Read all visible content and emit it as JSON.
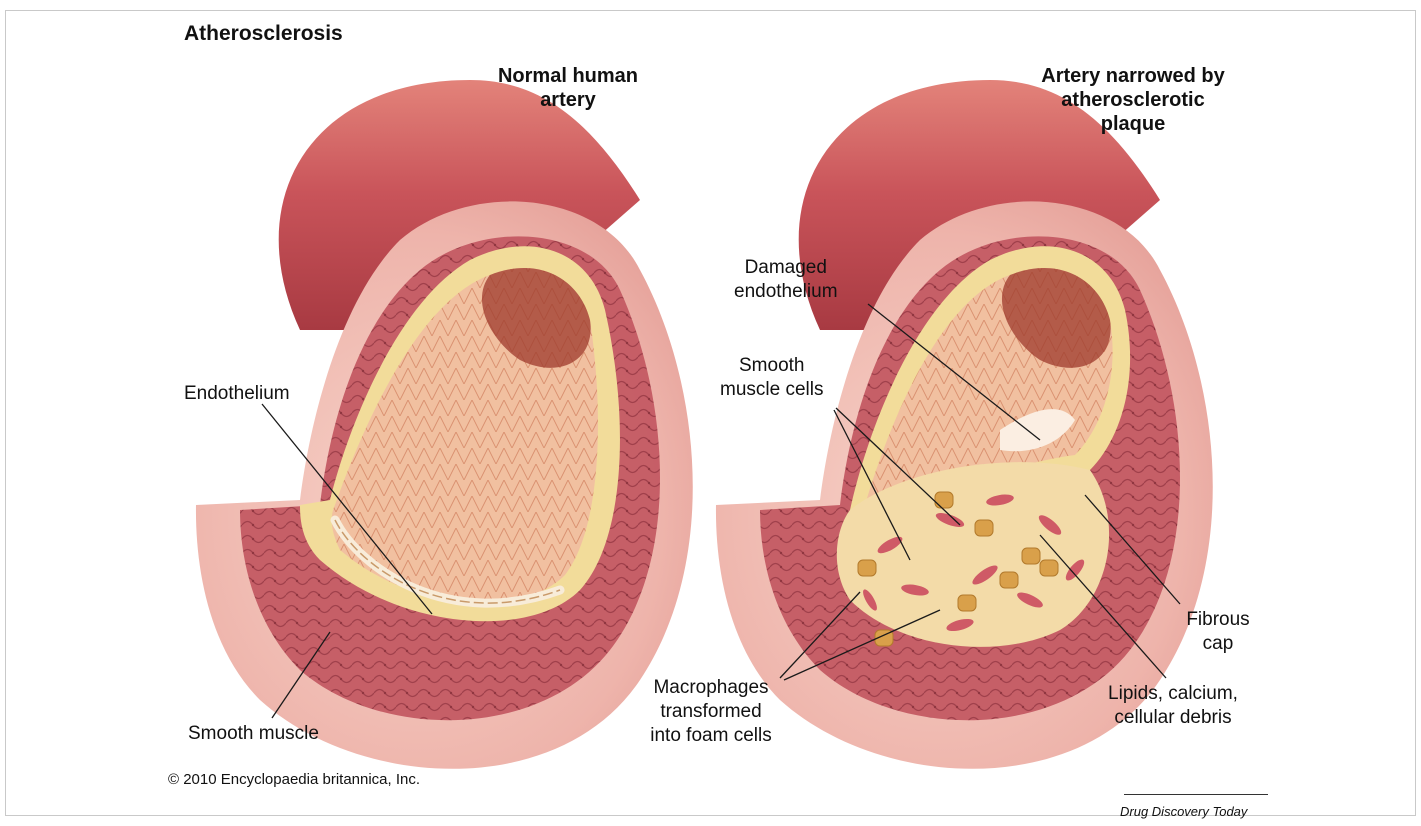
{
  "title": "Atherosclerosis",
  "panels": {
    "normal": {
      "heading": "Normal human\nartery"
    },
    "diseased": {
      "heading": "Artery narrowed by\natherosclerotic\nplaque"
    }
  },
  "labels": {
    "endothelium": "Endothelium",
    "smooth_muscle": "Smooth muscle",
    "damaged_endothelium": "Damaged\nendothelium",
    "smooth_muscle_cells": "Smooth\nmuscle cells",
    "macrophages": "Macrophages\ntransformed\ninto foam cells",
    "fibrous_cap": "Fibrous\ncap",
    "lipids": "Lipids, calcium,\ncellular debris"
  },
  "copyright": "©  2010 Encyclopaedia britannica, Inc.",
  "source": "Drug Discovery Today",
  "colors": {
    "artery_outer": "#c9545a",
    "artery_highlight": "#f4c6bd",
    "wall_pink": "#e8a4a0",
    "muscle_red": "#b94a55",
    "intima_yellow": "#f2dc9a",
    "lumen_inner": "#e9a57e",
    "lumen_dark": "#8c2a25",
    "plaque_cream": "#f3dba8",
    "foam_cell": "#d9a04a",
    "line": "#1a1a1a"
  }
}
